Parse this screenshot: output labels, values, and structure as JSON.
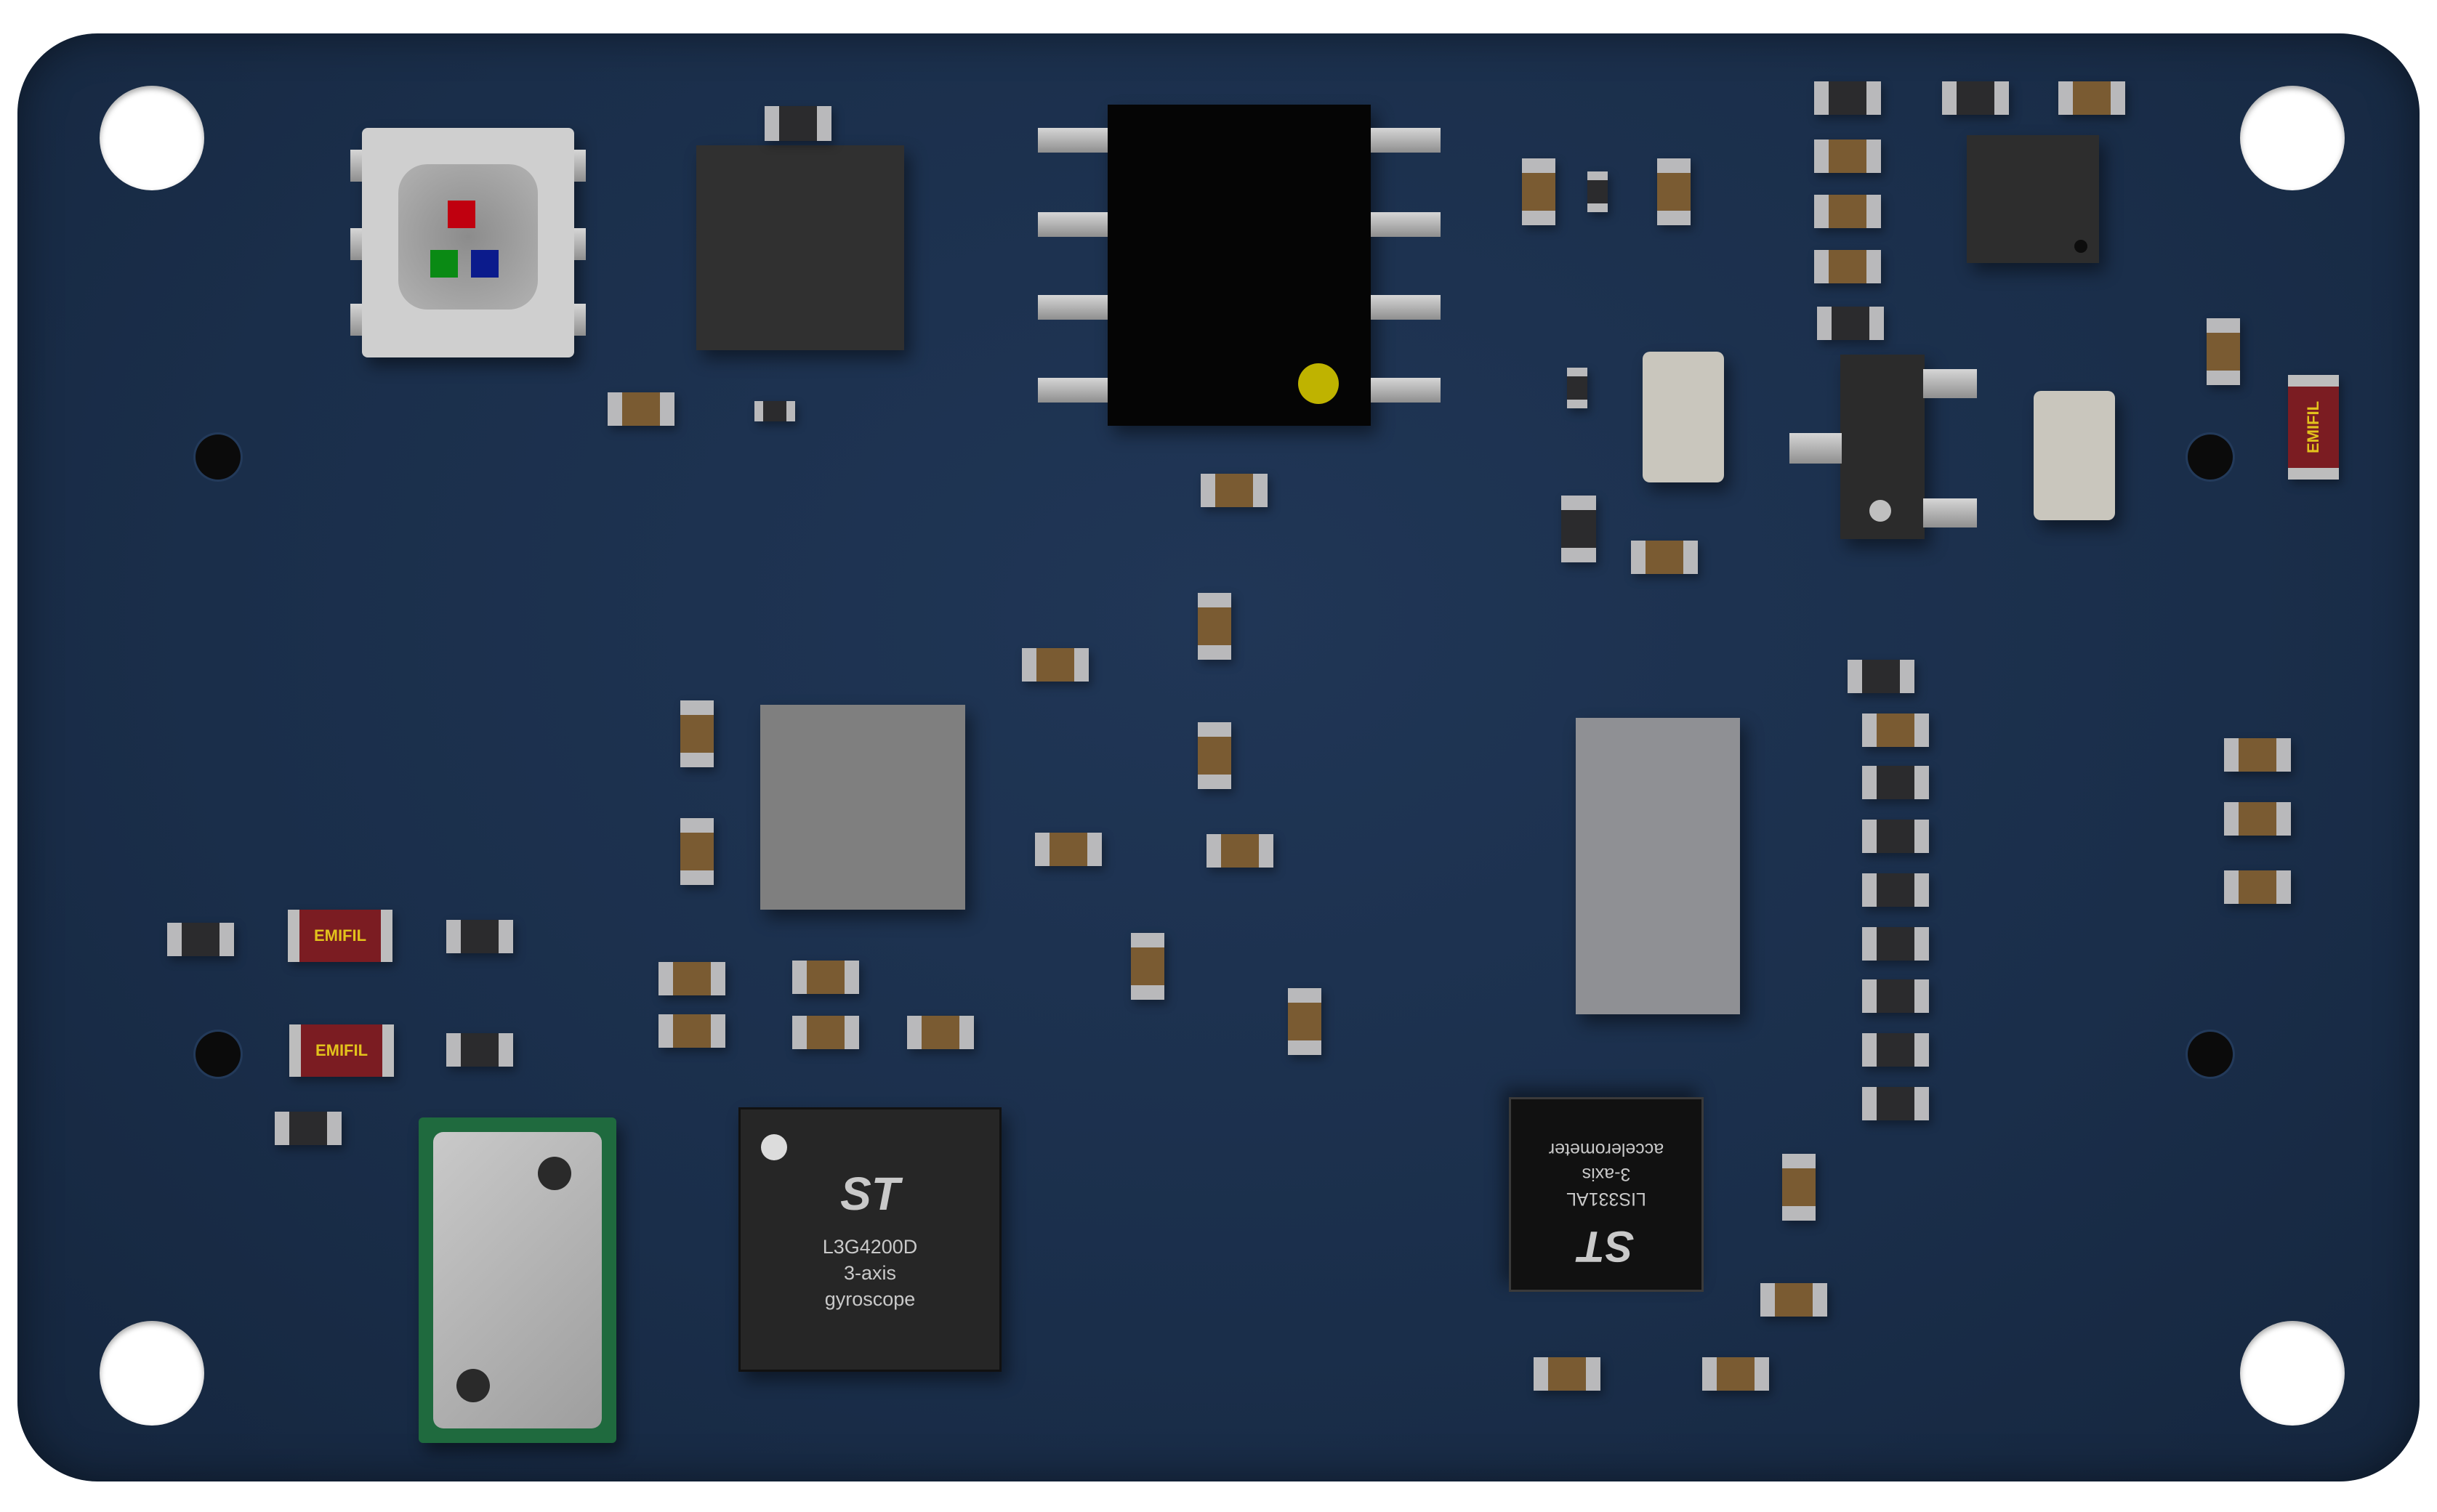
{
  "board": {
    "color": "#1d324f"
  },
  "labels": {
    "emifil_1": "EMIFIL",
    "emifil_2": "EMIFIL",
    "emifil_3": "EMIFIL"
  },
  "gyroscope": {
    "logo": "ST",
    "part": "L3G4200D",
    "line2": "3-axis",
    "line3": "gyroscope"
  },
  "accelerometer": {
    "logo": "ST",
    "part": "LIS331AL",
    "line2": "3-axis",
    "line3": "accelerometer"
  }
}
